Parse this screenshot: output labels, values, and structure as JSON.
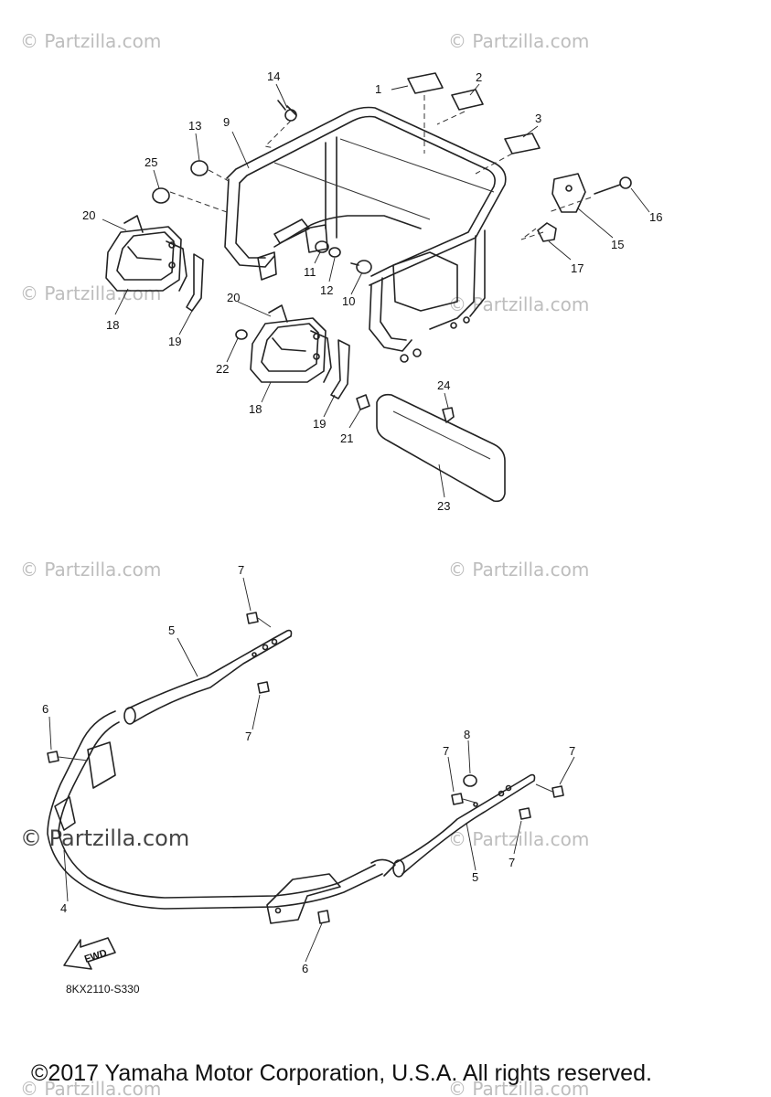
{
  "watermarks": {
    "text": "© Partzilla.com",
    "emphasized_text": "© Partzilla.com"
  },
  "callouts": [
    "1",
    "2",
    "3",
    "4",
    "5",
    "5",
    "6",
    "6",
    "7",
    "7",
    "7",
    "7",
    "7",
    "7",
    "8",
    "9",
    "10",
    "11",
    "12",
    "13",
    "14",
    "15",
    "16",
    "17",
    "18",
    "18",
    "19",
    "19",
    "20",
    "20",
    "21",
    "22",
    "23",
    "24",
    "25"
  ],
  "fwd_label": "FWD",
  "diagram_code": "8KX2110-S330",
  "copyright": "©2017 Yamaha Motor Corporation, U.S.A. All rights reserved."
}
